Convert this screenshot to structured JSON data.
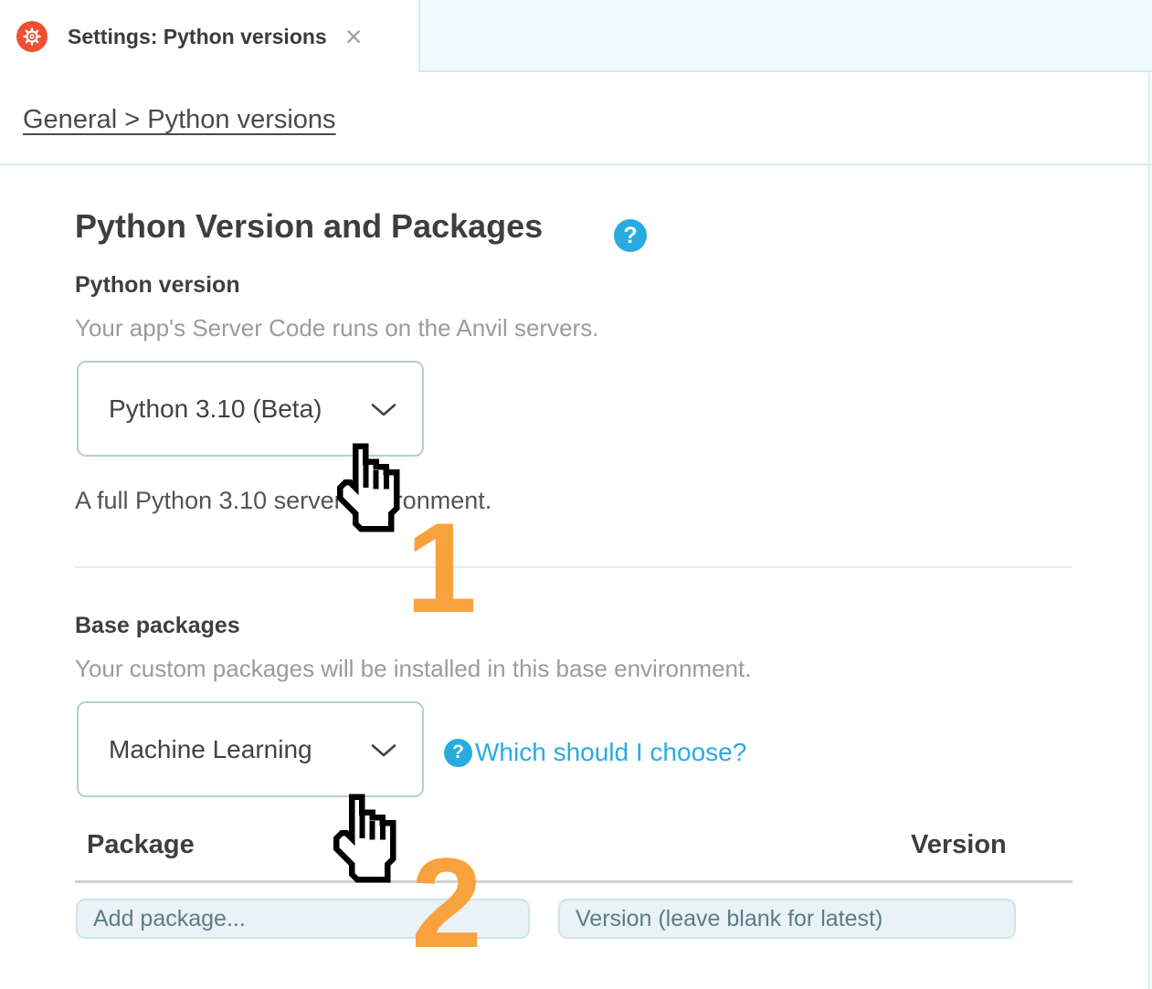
{
  "tab": {
    "title": "Settings: Python versions",
    "close_glyph": "×"
  },
  "breadcrumb": {
    "text": "General > Python versions"
  },
  "page": {
    "title": "Python Version and Packages",
    "help_glyph": "?"
  },
  "python_version": {
    "label": "Python version",
    "description": "Your app's Server Code runs on the Anvil servers.",
    "selected": "Python 3.10 (Beta)",
    "note": "A full Python 3.10 server environment."
  },
  "base_packages": {
    "label": "Base packages",
    "description": "Your custom packages will be installed in this base environment.",
    "selected": "Machine Learning",
    "help_glyph": "?",
    "help_link": "Which should I choose?"
  },
  "packages_table": {
    "columns": [
      "Package",
      "Version"
    ],
    "package_placeholder": "Add package...",
    "version_placeholder": "Version (leave blank for latest)"
  },
  "annotations": {
    "step1": "1",
    "step2": "2"
  },
  "colors": {
    "accent_orange": "#F8A23E",
    "tab_icon_red": "#EF5033",
    "link_blue": "#29ABE2",
    "panel_blue": "#F0FAFD",
    "divider_blue": "#DAEEF6",
    "input_bg": "#E9F2F6",
    "input_border": "#CFE3EB",
    "select_border": "#B6CDD6",
    "text_dark": "#3E3E3E",
    "text_gray": "#9B9B9B"
  }
}
